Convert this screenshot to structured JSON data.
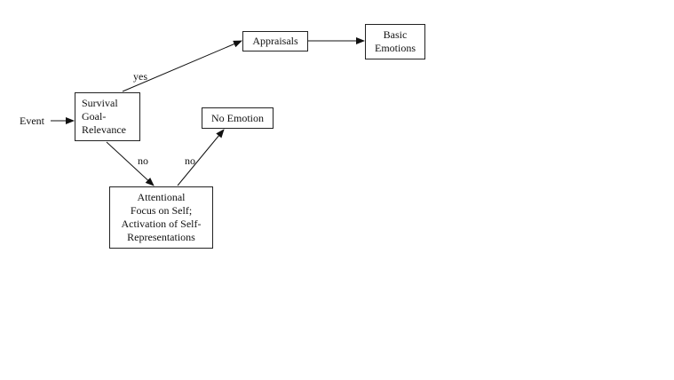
{
  "diagram": {
    "input_label": "Event",
    "nodes": {
      "survival": [
        "Survival",
        "Goal-",
        "Relevance"
      ],
      "appraisals": [
        "Appraisals"
      ],
      "basic_emotions": [
        "Basic",
        "Emotions"
      ],
      "no_emotion": [
        "No Emotion"
      ],
      "attentional": [
        "Attentional",
        "Focus on Self;",
        "Activation of Self-",
        "Representations"
      ]
    },
    "edge_labels": {
      "survival_to_appraisals": "yes",
      "survival_to_attentional": "no",
      "attentional_to_no_emotion": "no"
    }
  }
}
